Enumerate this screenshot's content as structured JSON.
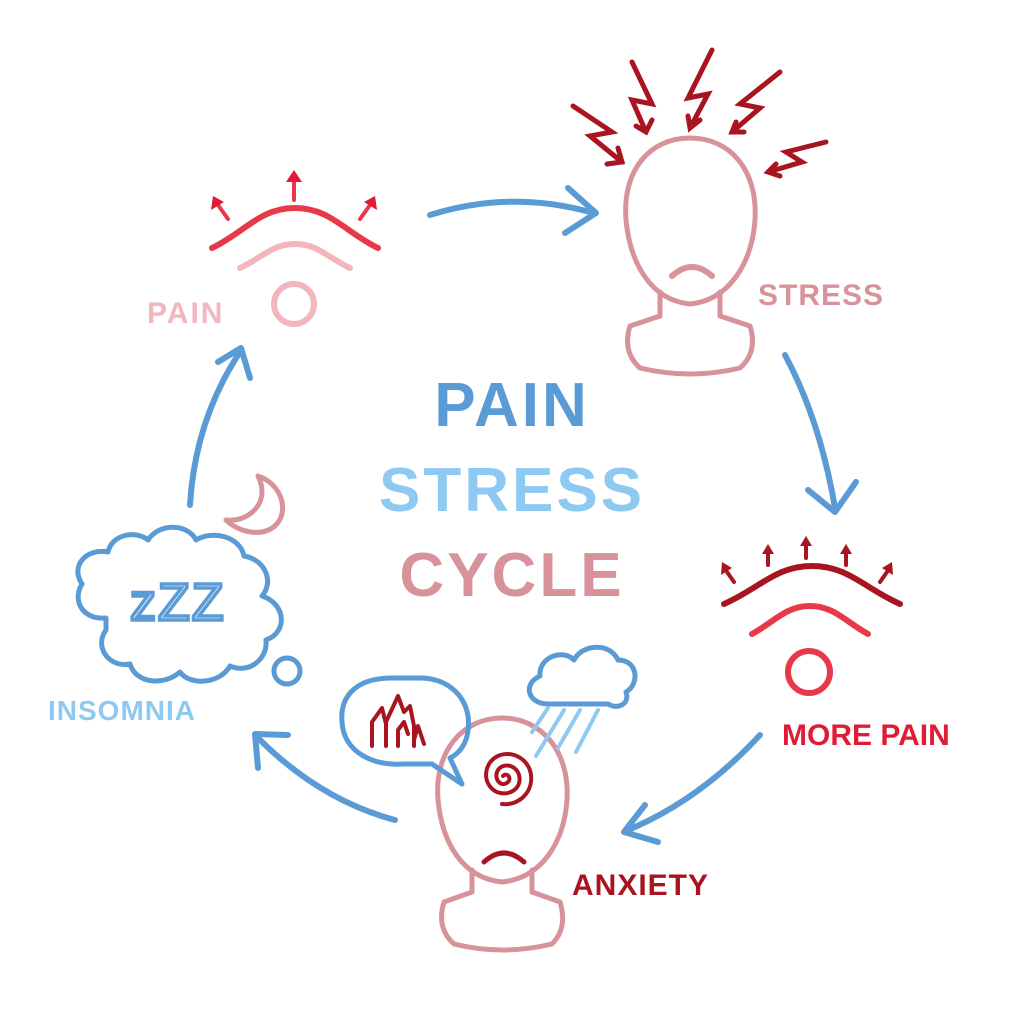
{
  "title": {
    "line1": "PAIN",
    "line2": "STRESS",
    "line3": "CYCLE"
  },
  "stages": {
    "pain": "PAIN",
    "stress": "STRESS",
    "more_pain": "MORE PAIN",
    "anxiety": "ANXIETY",
    "insomnia": "INSOMNIA"
  },
  "insomnia_symbol": "zZZ",
  "colors": {
    "blue": "#5b9bd5",
    "light_blue": "#8ec9f2",
    "dusty_rose": "#d8939a",
    "light_pink": "#f4b6bd",
    "red": "#e8394a",
    "dark_red": "#a81520",
    "bright_red": "#e01b36"
  },
  "icons": [
    "pain-wave-icon",
    "stressed-head-icon",
    "lightning-bolt-icon",
    "more-pain-wave-icon",
    "anxious-head-icon",
    "spiral-icon",
    "fire-thought-bubble-icon",
    "rain-cloud-icon",
    "sleep-cloud-icon",
    "moon-icon",
    "cycle-arrow-icon"
  ]
}
